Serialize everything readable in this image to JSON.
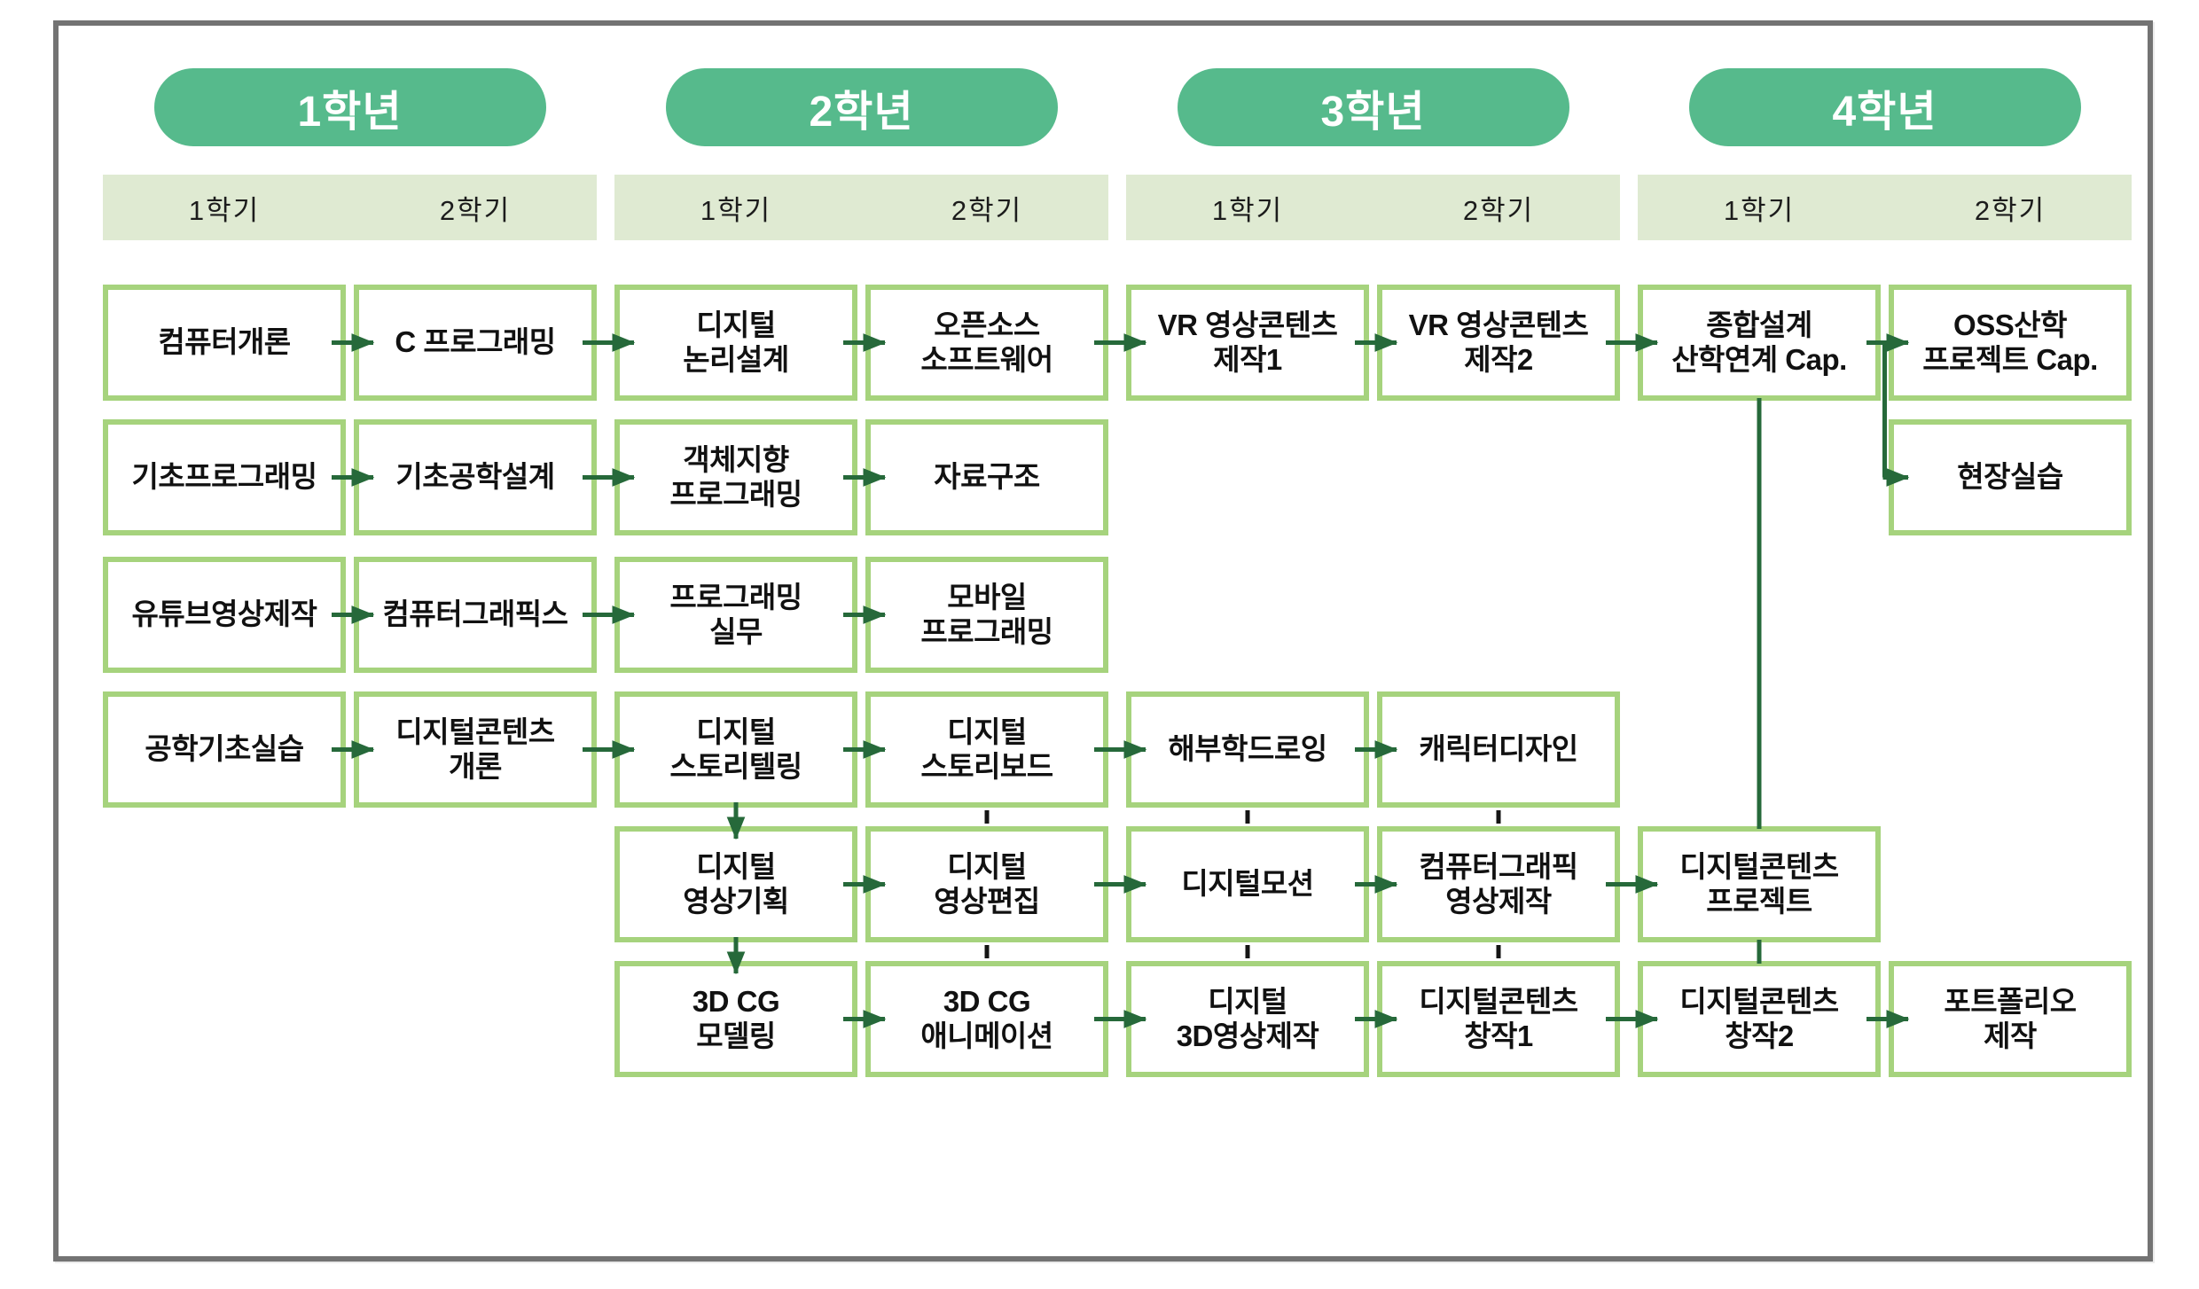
{
  "title": "curriculum-roadmap",
  "colors": {
    "year_pill_green": "#56ba8c",
    "semester_bar_green": "#dfead2",
    "course_border_green": "#a6d37d",
    "arrow_dark_green": "#26693a",
    "tick_black": "#151515",
    "frame_gray": "#737373",
    "text_black": "#111111"
  },
  "years": [
    {
      "label": "1학년",
      "semesters": [
        "1학기",
        "2학기"
      ]
    },
    {
      "label": "2학년",
      "semesters": [
        "1학기",
        "2학기"
      ]
    },
    {
      "label": "3학년",
      "semesters": [
        "1학기",
        "2학기"
      ]
    },
    {
      "label": "4학년",
      "semesters": [
        "1학기",
        "2학기"
      ]
    }
  ],
  "courses": {
    "r1c1": {
      "label": "컴퓨터개론",
      "col": 1,
      "row": 1
    },
    "r1c2": {
      "label": "C 프로그래밍",
      "col": 2,
      "row": 1
    },
    "r1c3": {
      "label": "디지털\n논리설계",
      "col": 3,
      "row": 1
    },
    "r1c4": {
      "label": "오픈소스\n소프트웨어",
      "col": 4,
      "row": 1
    },
    "r1c5": {
      "label": "VR 영상콘텐츠\n제작1",
      "col": 5,
      "row": 1
    },
    "r1c6": {
      "label": "VR 영상콘텐츠\n제작2",
      "col": 6,
      "row": 1
    },
    "r1c7": {
      "label": "종합설계\n산학연계 Cap.",
      "col": 7,
      "row": 1
    },
    "r1c8": {
      "label": "OSS산학\n프로젝트 Cap.",
      "col": 8,
      "row": 1
    },
    "r2c1": {
      "label": "기초프로그래밍",
      "col": 1,
      "row": 2
    },
    "r2c2": {
      "label": "기초공학설계",
      "col": 2,
      "row": 2
    },
    "r2c3": {
      "label": "객체지향\n프로그래밍",
      "col": 3,
      "row": 2
    },
    "r2c4": {
      "label": "자료구조",
      "col": 4,
      "row": 2
    },
    "r2c8": {
      "label": "현장실습",
      "col": 8,
      "row": 2
    },
    "r3c1": {
      "label": "유튜브영상제작",
      "col": 1,
      "row": 3
    },
    "r3c2": {
      "label": "컴퓨터그래픽스",
      "col": 2,
      "row": 3
    },
    "r3c3": {
      "label": "프로그래밍\n실무",
      "col": 3,
      "row": 3
    },
    "r3c4": {
      "label": "모바일\n프로그래밍",
      "col": 4,
      "row": 3
    },
    "r4c1": {
      "label": "공학기초실습",
      "col": 1,
      "row": 4
    },
    "r4c2": {
      "label": "디지털콘텐츠\n개론",
      "col": 2,
      "row": 4
    },
    "r4c3": {
      "label": "디지털\n스토리텔링",
      "col": 3,
      "row": 4
    },
    "r4c4": {
      "label": "디지털\n스토리보드",
      "col": 4,
      "row": 4
    },
    "r4c5": {
      "label": "해부학드로잉",
      "col": 5,
      "row": 4
    },
    "r4c6": {
      "label": "캐릭터디자인",
      "col": 6,
      "row": 4
    },
    "r5c3": {
      "label": "디지털\n영상기획",
      "col": 3,
      "row": 5
    },
    "r5c4": {
      "label": "디지털\n영상편집",
      "col": 4,
      "row": 5
    },
    "r5c5": {
      "label": "디지털모션",
      "col": 5,
      "row": 5
    },
    "r5c6": {
      "label": "컴퓨터그래픽\n영상제작",
      "col": 6,
      "row": 5
    },
    "r5c7": {
      "label": "디지털콘텐츠\n프로젝트",
      "col": 7,
      "row": 5
    },
    "r6c3": {
      "label": "3D CG\n모델링",
      "col": 3,
      "row": 6
    },
    "r6c4": {
      "label": "3D CG\n애니메이션",
      "col": 4,
      "row": 6
    },
    "r6c5": {
      "label": "디지털\n3D영상제작",
      "col": 5,
      "row": 6
    },
    "r6c6": {
      "label": "디지털콘텐츠\n창작1",
      "col": 6,
      "row": 6
    },
    "r6c7": {
      "label": "디지털콘텐츠\n창작2",
      "col": 7,
      "row": 6
    },
    "r6c8": {
      "label": "포트폴리오\n제작",
      "col": 8,
      "row": 6
    }
  },
  "connectors": {
    "horizontal_arrows": [
      [
        "r1c1",
        "r1c2"
      ],
      [
        "r1c2",
        "r1c3"
      ],
      [
        "r1c3",
        "r1c4"
      ],
      [
        "r1c4",
        "r1c5"
      ],
      [
        "r1c5",
        "r1c6"
      ],
      [
        "r1c6",
        "r1c7"
      ],
      [
        "r1c7",
        "r1c8"
      ],
      [
        "r2c1",
        "r2c2"
      ],
      [
        "r2c2",
        "r2c3"
      ],
      [
        "r2c3",
        "r2c4"
      ],
      [
        "r3c1",
        "r3c2"
      ],
      [
        "r3c2",
        "r3c3"
      ],
      [
        "r3c3",
        "r3c4"
      ],
      [
        "r4c1",
        "r4c2"
      ],
      [
        "r4c2",
        "r4c3"
      ],
      [
        "r4c3",
        "r4c4"
      ],
      [
        "r4c4",
        "r4c5"
      ],
      [
        "r4c5",
        "r4c6"
      ],
      [
        "r5c3",
        "r5c4"
      ],
      [
        "r5c4",
        "r5c5"
      ],
      [
        "r5c5",
        "r5c6"
      ],
      [
        "r5c6",
        "r5c7"
      ],
      [
        "r6c3",
        "r6c4"
      ],
      [
        "r6c4",
        "r6c5"
      ],
      [
        "r6c5",
        "r6c6"
      ],
      [
        "r6c6",
        "r6c7"
      ],
      [
        "r6c7",
        "r6c8"
      ]
    ],
    "vertical_arrows": [
      [
        "r4c3",
        "r5c3"
      ],
      [
        "r5c3",
        "r6c3"
      ]
    ],
    "ticks": [
      [
        "r4c4",
        "r5c4"
      ],
      [
        "r5c4",
        "r6c4"
      ],
      [
        "r4c5",
        "r5c5"
      ],
      [
        "r5c5",
        "r6c5"
      ],
      [
        "r4c6",
        "r5c6"
      ],
      [
        "r5c6",
        "r6c6"
      ]
    ],
    "green_lines": [
      [
        "r1c7",
        "r5c7"
      ],
      [
        "r5c7",
        "r6c7"
      ]
    ],
    "branch_arrow": {
      "from": "r1c7",
      "to": "r2c8"
    }
  }
}
